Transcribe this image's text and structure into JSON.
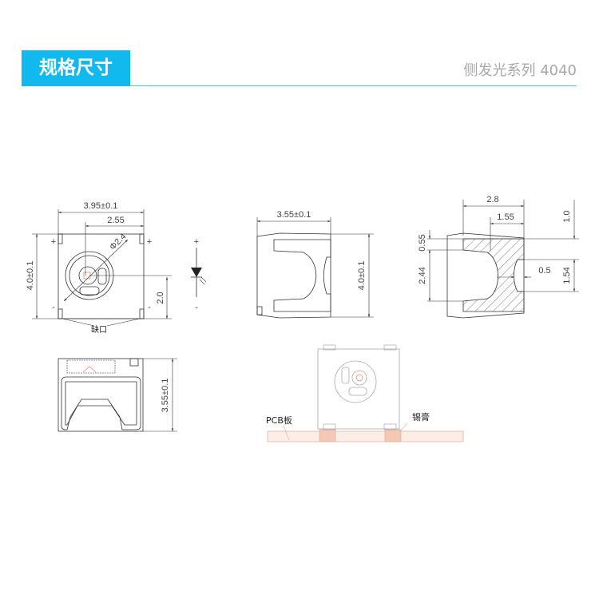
{
  "header": {
    "title": "规格尺寸",
    "subtitle": "侧发光系列 4040"
  },
  "top_view": {
    "width": "3.95±0.1",
    "offset": "2.55",
    "height": "4.0±0.1",
    "lens_dia": "Φ2.4",
    "center_height": "2.0",
    "plus": "+",
    "minus": "-",
    "notch": "缺口"
  },
  "symbol": {
    "plus": "+",
    "minus": "-"
  },
  "side_view": {
    "width": "3.55±0.1",
    "height": "4.0±0.1"
  },
  "section_view": {
    "depth": "2.8",
    "inner": "1.55",
    "top": "1.0",
    "wall": "0.55",
    "cavity": "2.44",
    "gap": "0.5",
    "window": "1.54"
  },
  "bottom_view": {
    "height": "3.55±0.1"
  },
  "mount_view": {
    "pcb": "PCB板",
    "solder": "锡膏"
  }
}
